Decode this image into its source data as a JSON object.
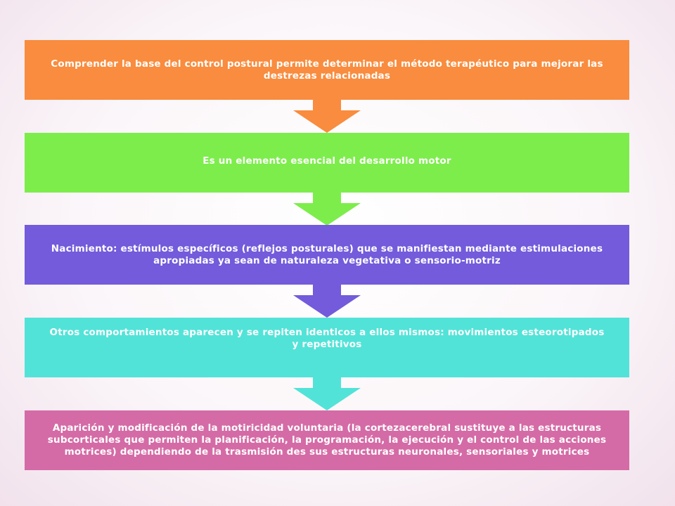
{
  "boxes": [
    {
      "text": "Comprender la base del control postural permite determinar el método terapéutico para mejorar las destrezas relacionadas",
      "color": "#f98c3e"
    },
    {
      "text": "Es un elemento esencial del desarrollo motor",
      "color": "#7ded4c"
    },
    {
      "text": "Nacimiento: estímulos específicos (reflejos posturales) que se manifiestan mediante estimulaciones apropiadas ya sean de naturaleza vegetativa o sensorio-motriz",
      "color": "#735bdb"
    },
    {
      "text": "Otros comportamientos aparecen y se repiten identicos a ellos mismos: movimientos esteorotipados y repetitivos",
      "color": "#52e3d8"
    },
    {
      "text": "Aparición y modificación de la motiricidad voluntaria (la cortezacerebral sustituye a las estructuras subcorticales que permiten la planificación, la programación, la ejecución y el control de las acciones motrices) dependiendo de la trasmisión des sus estructuras neuronales, sensoriales y motrices",
      "color": "#d46ba6"
    }
  ]
}
